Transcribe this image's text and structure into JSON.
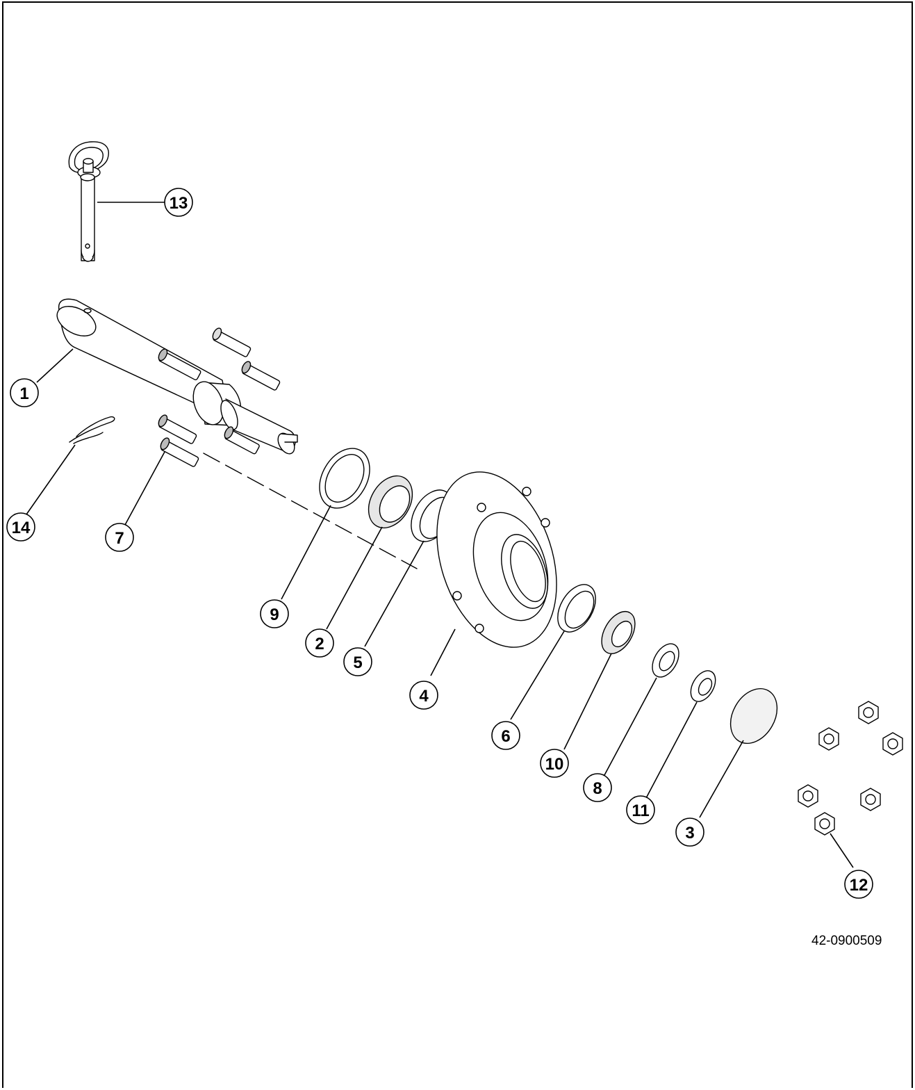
{
  "diagram": {
    "drawing_number": "42-0900509",
    "callouts": [
      {
        "id": "1",
        "label": "1"
      },
      {
        "id": "2",
        "label": "2"
      },
      {
        "id": "3",
        "label": "3"
      },
      {
        "id": "4",
        "label": "4"
      },
      {
        "id": "5",
        "label": "5"
      },
      {
        "id": "6",
        "label": "6"
      },
      {
        "id": "7",
        "label": "7"
      },
      {
        "id": "8",
        "label": "8"
      },
      {
        "id": "9",
        "label": "9"
      },
      {
        "id": "10",
        "label": "10"
      },
      {
        "id": "11",
        "label": "11"
      },
      {
        "id": "12",
        "label": "12"
      },
      {
        "id": "13",
        "label": "13"
      },
      {
        "id": "14",
        "label": "14"
      }
    ],
    "colors": {
      "line": "#000000",
      "fill": "#ffffff",
      "shade": "#e6e6e6"
    }
  }
}
